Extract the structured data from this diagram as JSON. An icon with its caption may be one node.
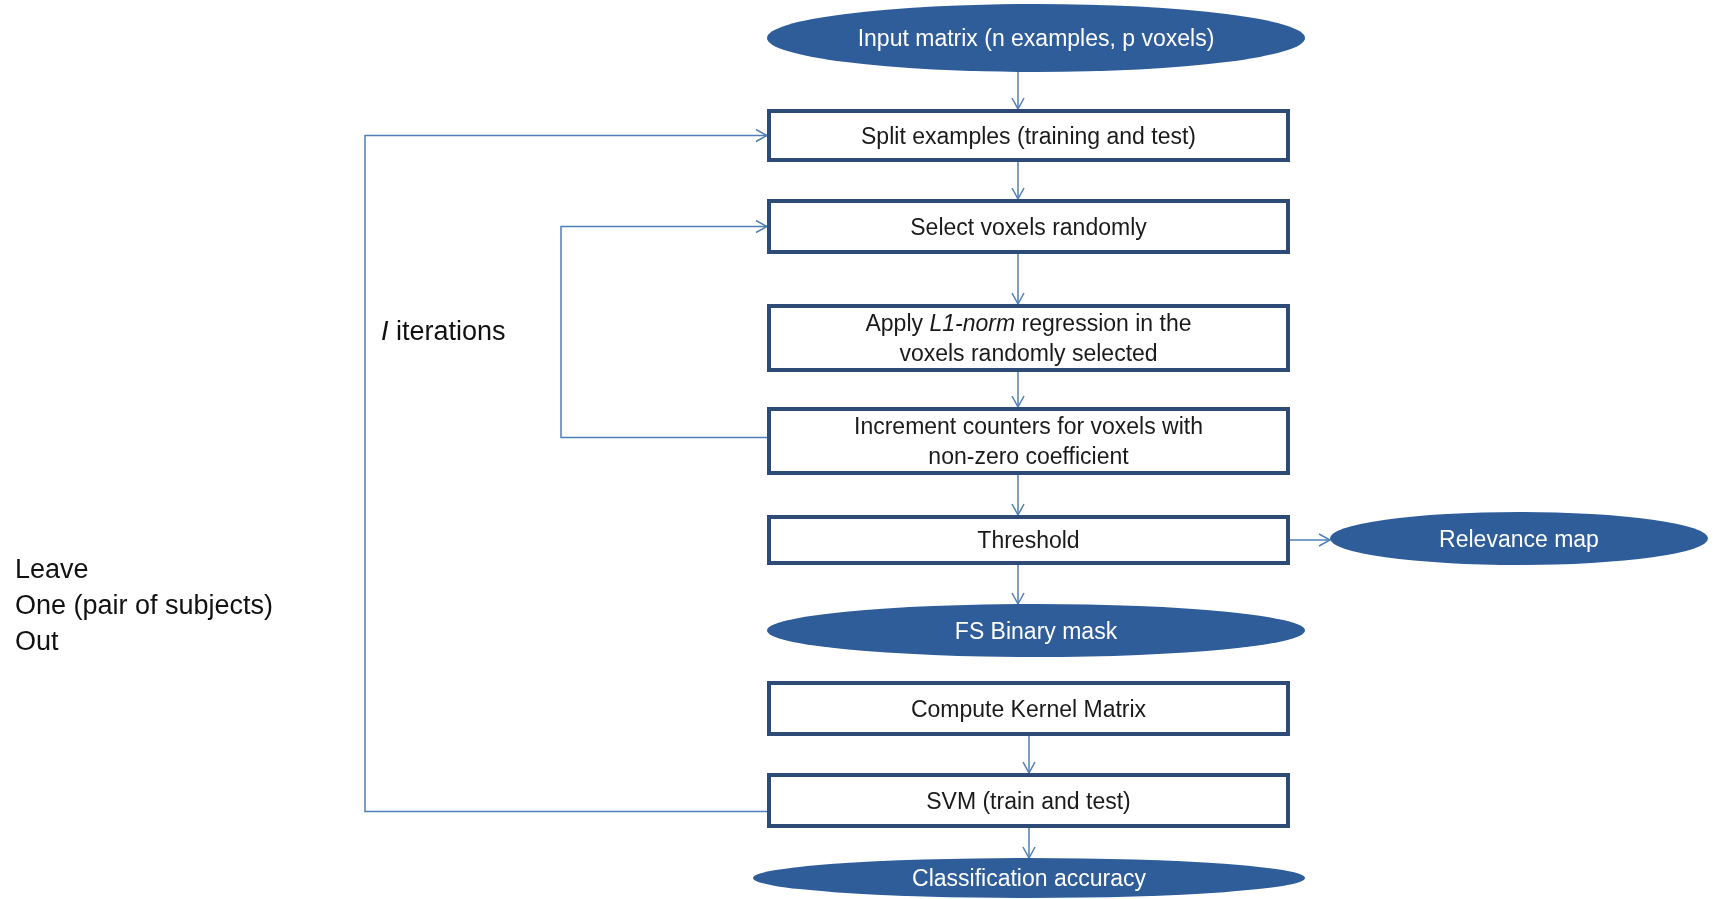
{
  "diagram": {
    "nodes": [
      {
        "text": [
          "Input matrix (n examples, p voxels)"
        ]
      },
      {
        "text": [
          "Split examples (training and test)"
        ]
      },
      {
        "text": [
          "Select  voxels randomly"
        ]
      },
      {
        "text": [
          "Apply *L1-norm* regression in the voxels randomly selected"
        ]
      },
      {
        "text": [
          "Increment counters for voxels with non-zero coefficient"
        ]
      },
      {
        "text": [
          "Threshold"
        ]
      },
      {
        "text": [
          "Relevance map"
        ]
      },
      {
        "text": [
          "FS Binary mask"
        ]
      },
      {
        "text": [
          "Compute Kernel Matrix"
        ]
      },
      {
        "text": [
          "SVM (train and test)"
        ]
      },
      {
        "text": [
          "Classification accuracy"
        ]
      }
    ],
    "edges": [
      {
        "from": 0,
        "to": 1,
        "arrow": "to"
      },
      {
        "from": 1,
        "to": 2,
        "arrow": "to"
      },
      {
        "from": 2,
        "to": 3,
        "arrow": "to"
      },
      {
        "from": 3,
        "to": 4,
        "arrow": "to"
      },
      {
        "from": 4,
        "to": 5,
        "arrow": "to"
      },
      {
        "from": 5,
        "to": 6,
        "arrow": "to"
      },
      {
        "from": 5,
        "to": 7,
        "arrow": "to"
      },
      {
        "from": 8,
        "to": 9,
        "arrow": "to"
      },
      {
        "from": 9,
        "to": 10,
        "arrow": "to"
      },
      {
        "from": 4,
        "to": 2,
        "arrow": "to"
      },
      {
        "from": 9,
        "to": 1,
        "arrow": "to"
      }
    ],
    "labels": [
      "*I* iterations",
      "Leave",
      "One (pair of subjects)",
      "Out"
    ]
  }
}
